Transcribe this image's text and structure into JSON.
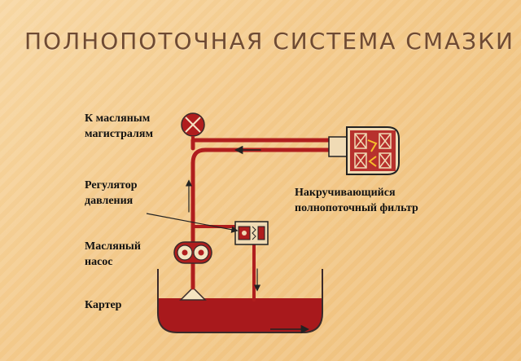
{
  "title": "ПОЛНОПОТОЧНАЯ СИСТЕМА СМАЗКИ",
  "labels": {
    "oil_lines": [
      "К масляным",
      "магистралям"
    ],
    "pressure_regulator": [
      "Регулятор",
      "давления"
    ],
    "oil_pump": [
      "Масляный",
      "насос"
    ],
    "sump": [
      "Картер"
    ],
    "filter": [
      "Накручивающийся",
      "полнопоточный фильтр"
    ]
  },
  "colors": {
    "oil": "#a8191c",
    "pipe": "#b01e1e",
    "outline": "#3a2a2a",
    "title": "#6e4a33"
  }
}
